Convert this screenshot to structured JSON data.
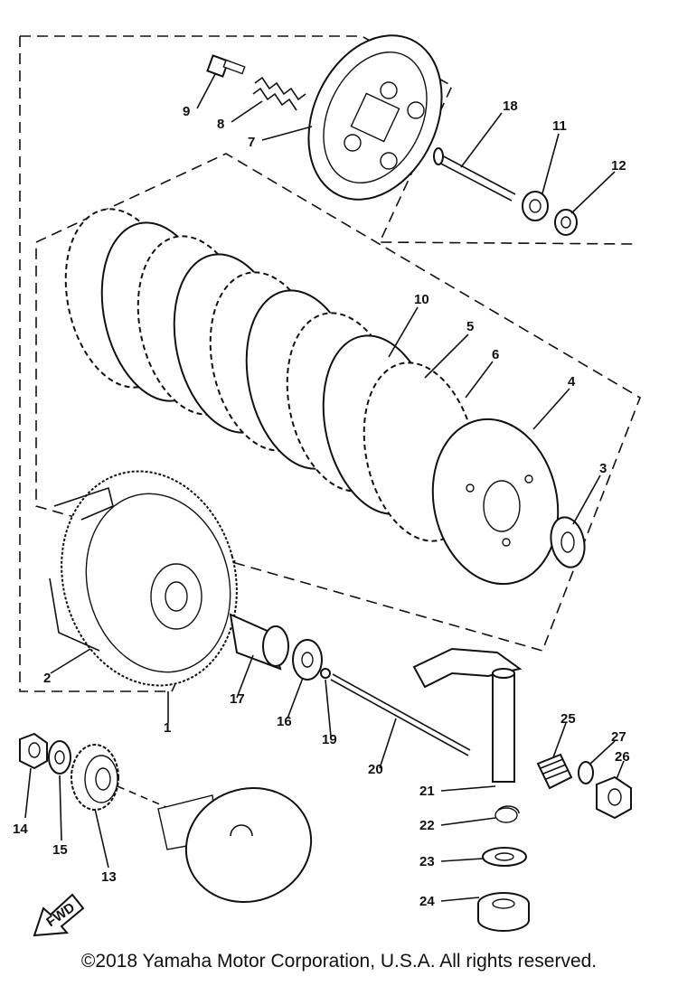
{
  "diagram": {
    "callouts": {
      "p1": "1",
      "p2": "2",
      "p3": "3",
      "p4": "4",
      "p5": "5",
      "p6": "6",
      "p7": "7",
      "p8": "8",
      "p9": "9",
      "p10": "10",
      "p11": "11",
      "p12": "12",
      "p13": "13",
      "p14": "14",
      "p15": "15",
      "p16": "16",
      "p17": "17",
      "p18": "18",
      "p19": "19",
      "p20": "20",
      "p21": "21",
      "p22": "22",
      "p23": "23",
      "p24": "24",
      "p25": "25",
      "p26": "26",
      "p27": "27"
    },
    "fwd_label": "FWD",
    "copyright": "©2018 Yamaha Motor Corporation, U.S.A. All rights reserved."
  }
}
